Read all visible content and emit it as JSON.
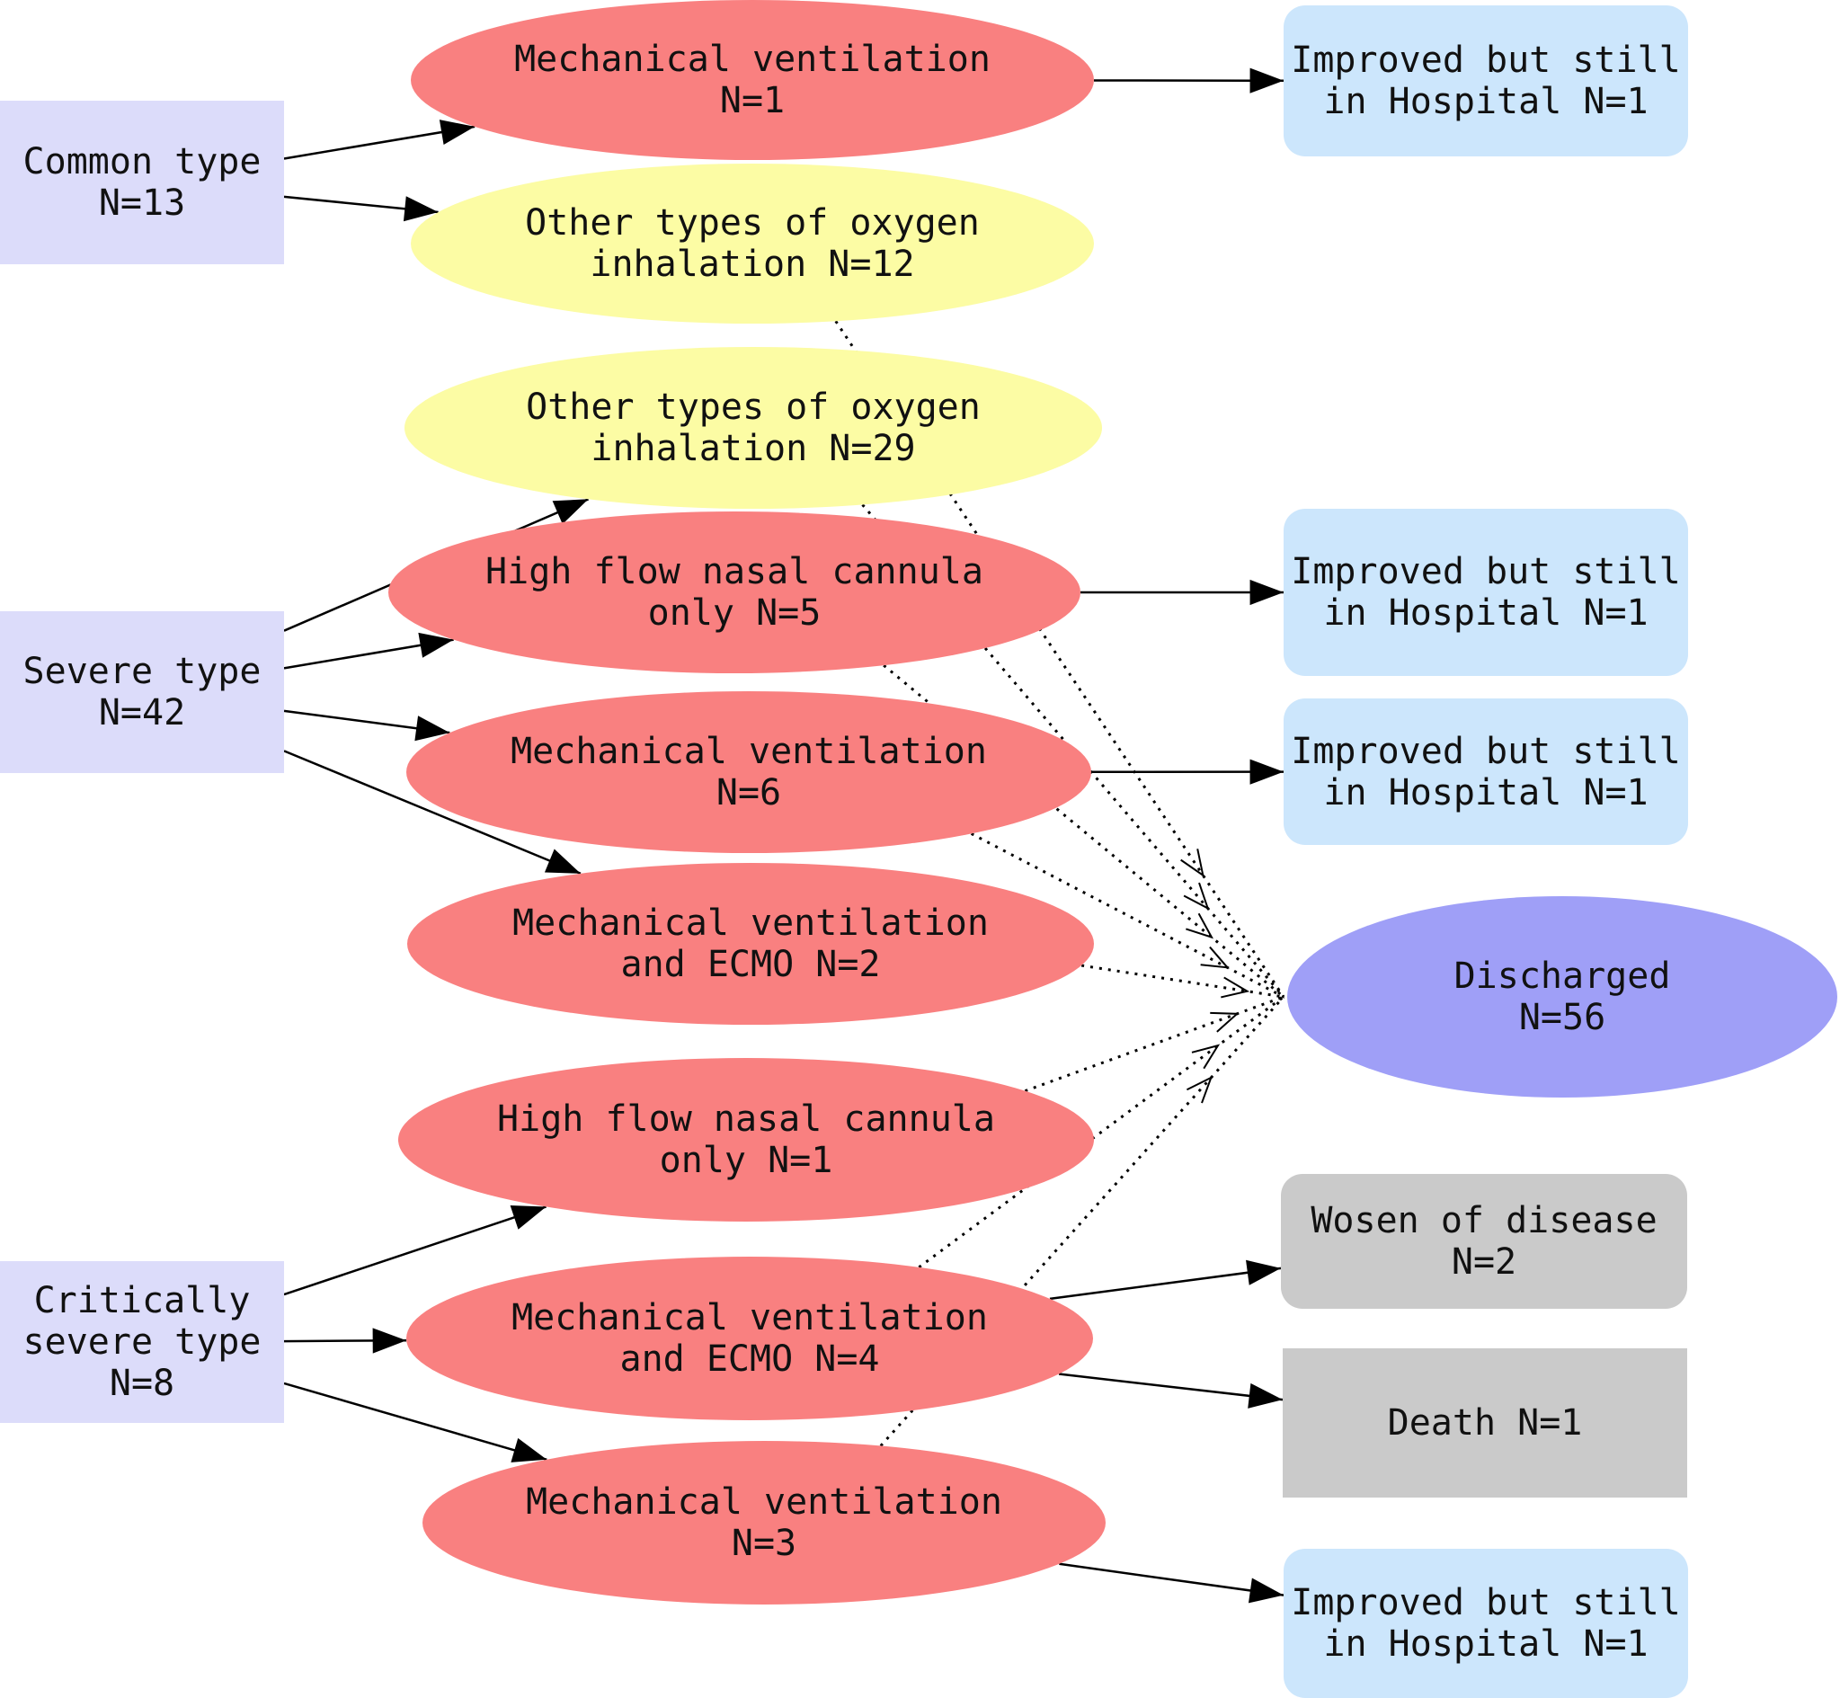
{
  "colors": {
    "category": "#dcdcfa",
    "red": "#f98080",
    "yellow": "#fcfca4",
    "outcome_blue": "#cce6fc",
    "gray": "#cacaca",
    "discharged": "#9f9ff7",
    "edge": "#000000"
  },
  "nodes": {
    "common": "Common type\nN=13",
    "severe": "Severe type\nN=42",
    "critical": "Critically\nsevere type\nN=8",
    "c_mv": "Mechanical ventilation\nN=1",
    "c_ox": "Other types of oxygen\ninhalation N=12",
    "s_ox": "Other types of oxygen\ninhalation N=29",
    "s_hf": "High flow nasal cannula\nonly N=5",
    "s_mv": "Mechanical ventilation\nN=6",
    "s_ecmo": "Mechanical ventilation\nand ECMO N=2",
    "k_hf": "High flow nasal cannula\nonly N=1",
    "k_ecmo": "Mechanical ventilation\nand ECMO N=4",
    "k_mv": "Mechanical ventilation\nN=3",
    "o_imp1": "Improved but still\nin Hospital N=1",
    "o_imp2": "Improved but still\nin Hospital N=1",
    "o_imp3": "Improved but still\nin Hospital N=1",
    "o_discharged": "Discharged\nN=56",
    "o_worsen": "Wosen of disease\nN=2",
    "o_death": "Death N=1",
    "o_imp4": "Improved but still\nin Hospital N=1"
  },
  "edges": [
    {
      "from": "common",
      "to": "c_mv",
      "style": "solid"
    },
    {
      "from": "common",
      "to": "c_ox",
      "style": "solid"
    },
    {
      "from": "severe",
      "to": "s_ox",
      "style": "solid"
    },
    {
      "from": "severe",
      "to": "s_hf",
      "style": "solid"
    },
    {
      "from": "severe",
      "to": "s_mv",
      "style": "solid"
    },
    {
      "from": "severe",
      "to": "s_ecmo",
      "style": "solid"
    },
    {
      "from": "critical",
      "to": "k_hf",
      "style": "solid"
    },
    {
      "from": "critical",
      "to": "k_ecmo",
      "style": "solid"
    },
    {
      "from": "critical",
      "to": "k_mv",
      "style": "solid"
    },
    {
      "from": "c_mv",
      "to": "o_imp1",
      "style": "solid"
    },
    {
      "from": "s_hf",
      "to": "o_imp2",
      "style": "solid"
    },
    {
      "from": "s_mv",
      "to": "o_imp3",
      "style": "solid"
    },
    {
      "from": "k_ecmo",
      "to": "o_worsen",
      "style": "solid"
    },
    {
      "from": "k_ecmo",
      "to": "o_death",
      "style": "solid"
    },
    {
      "from": "k_mv",
      "to": "o_imp4",
      "style": "solid"
    },
    {
      "from": "c_ox",
      "to": "o_discharged",
      "style": "dotted"
    },
    {
      "from": "s_ox",
      "to": "o_discharged",
      "style": "dotted"
    },
    {
      "from": "s_hf",
      "to": "o_discharged",
      "style": "dotted"
    },
    {
      "from": "s_mv",
      "to": "o_discharged",
      "style": "dotted"
    },
    {
      "from": "s_ecmo",
      "to": "o_discharged",
      "style": "dotted"
    },
    {
      "from": "k_hf",
      "to": "o_discharged",
      "style": "dotted"
    },
    {
      "from": "k_ecmo",
      "to": "o_discharged",
      "style": "dotted"
    },
    {
      "from": "k_mv",
      "to": "o_discharged",
      "style": "dotted"
    }
  ]
}
